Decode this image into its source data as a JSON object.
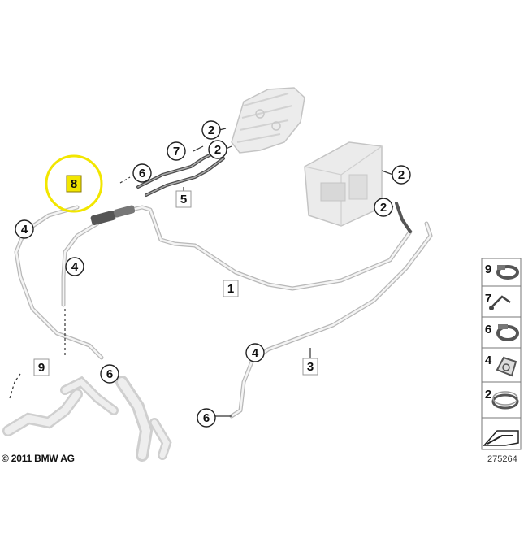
{
  "diagram": {
    "copyright": "© 2011 BMW AG",
    "part_number": "275264",
    "highlighted_item": "8",
    "highlight_color": "#f2e600",
    "callouts": [
      "1",
      "2",
      "2",
      "2",
      "2",
      "3",
      "4",
      "4",
      "4",
      "5",
      "6",
      "6",
      "6",
      "7",
      "8",
      "9"
    ],
    "legend_items": [
      "9",
      "7",
      "6",
      "4",
      "2"
    ]
  }
}
